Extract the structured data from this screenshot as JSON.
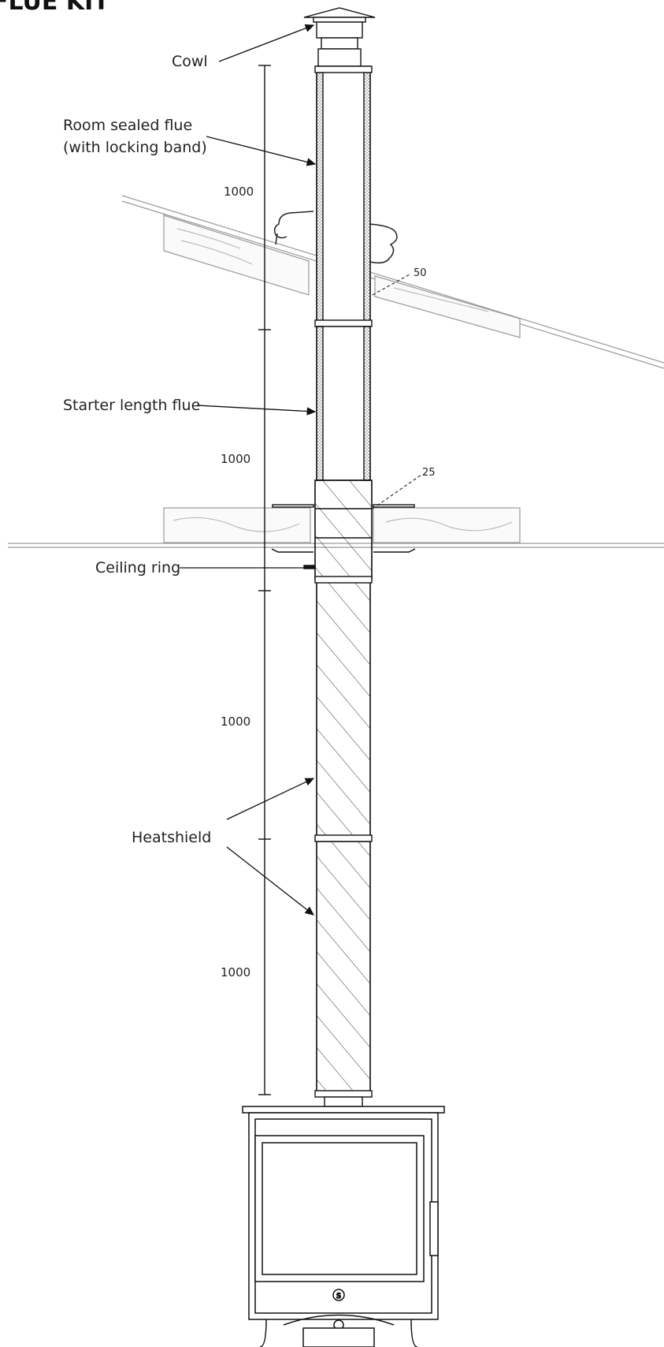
{
  "header": {
    "title": "FLUE KIT"
  },
  "labels": {
    "cowl": "Cowl",
    "room_sealed_1": "Room sealed flue",
    "room_sealed_2": "(with locking band)",
    "starter": "Starter length flue",
    "ceiling_ring": "Ceiling ring",
    "heatshield": "Heatshield"
  },
  "dimensions": {
    "d1": "1000",
    "d2": "1000",
    "d3": "1000",
    "d4": "1000",
    "gap_roof": "50",
    "gap_ceiling": "25"
  },
  "stove": {
    "logo": "S"
  }
}
